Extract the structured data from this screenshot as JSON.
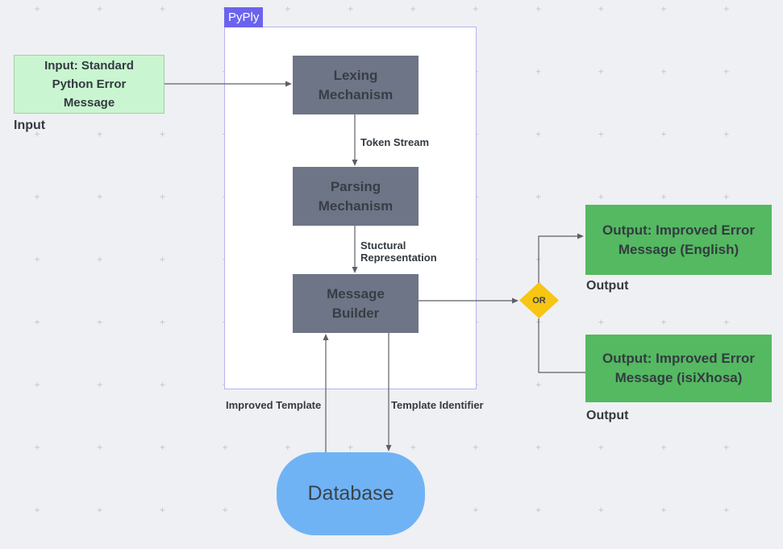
{
  "container": {
    "label": "PyPly"
  },
  "nodes": {
    "input": {
      "text": "Input: Standard Python Error Message",
      "caption": "Input"
    },
    "lexing": {
      "text": "Lexing Mechanism"
    },
    "parsing": {
      "text": "Parsing Mechanism"
    },
    "builder": {
      "text": "Message Builder"
    },
    "decision": {
      "text": "OR"
    },
    "output_english": {
      "text": "Output: Improved Error Message (English)",
      "caption": "Output"
    },
    "output_isixhosa": {
      "text": "Output: Improved Error Message (isiXhosa)",
      "caption": "Output"
    },
    "database": {
      "text": "Database"
    }
  },
  "edges": {
    "token_stream": "Token Stream",
    "structural_representation": "Stuctural Representation",
    "improved_template": "Improved Template",
    "template_identifier": "Template Identifier"
  },
  "colors": {
    "container-label-bg": "#6b63ee",
    "container-border": "#b7b3f0",
    "input-fill": "#c9f6d0",
    "input-border": "#a6cdad",
    "process-fill": "#6e7586",
    "output-fill": "#54b961",
    "decision-fill": "#f7c513",
    "database-fill": "#70b3f5",
    "edge-color": "#5b6167",
    "text-dark": "#343a41"
  }
}
